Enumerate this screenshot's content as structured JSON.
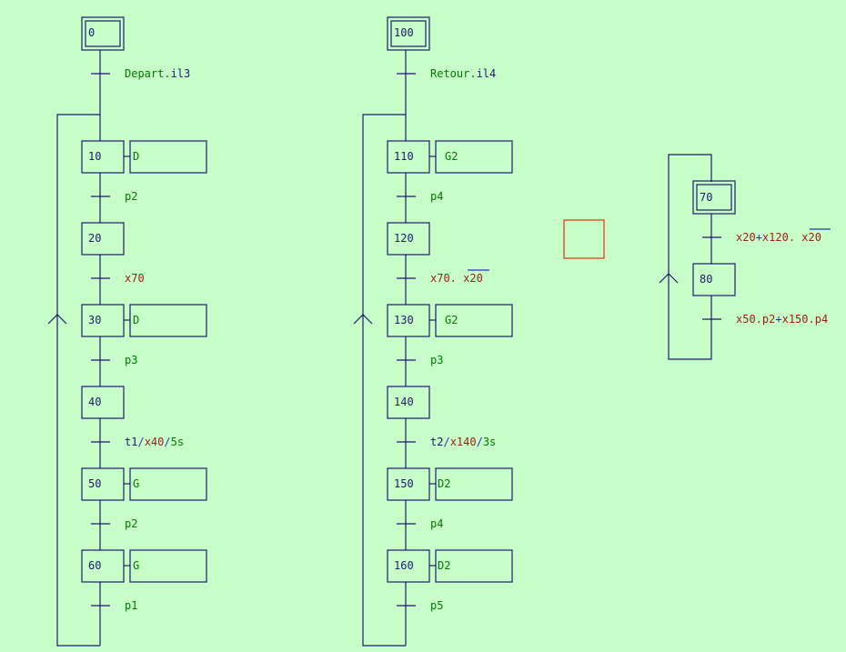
{
  "colors": {
    "background": "#c8ffc8",
    "line": "#1a1a6e",
    "label_dark": "#1a1a6e",
    "label_green": "#007a00",
    "label_red": "#9a1a1a",
    "operator_blue": "#2a36b8",
    "highlight_box": "#e03010"
  },
  "grafcet_1": {
    "initial_step": "0",
    "steps": [
      {
        "id": "10",
        "action": "D"
      },
      {
        "id": "20",
        "action": ""
      },
      {
        "id": "30",
        "action": "D"
      },
      {
        "id": "40",
        "action": ""
      },
      {
        "id": "50",
        "action": "G"
      },
      {
        "id": "60",
        "action": "G"
      }
    ],
    "transitions": {
      "t0": {
        "a": "Depart.",
        "b": "il3"
      },
      "t10": "p2",
      "t20": "x70",
      "t30": "p3",
      "t40": {
        "a": "t1",
        "b": "/",
        "c": "x40",
        "d": "/",
        "e": "5s"
      },
      "t50": "p2",
      "t60": "p1"
    }
  },
  "grafcet_2": {
    "initial_step": "100",
    "steps": [
      {
        "id": "110",
        "action": "G2"
      },
      {
        "id": "120",
        "action": ""
      },
      {
        "id": "130",
        "action": "G2"
      },
      {
        "id": "140",
        "action": ""
      },
      {
        "id": "150",
        "action": "D2"
      },
      {
        "id": "160",
        "action": "D2"
      }
    ],
    "transitions": {
      "t100": {
        "a": "Retour.",
        "b": "il4"
      },
      "t110": "p4",
      "t120": {
        "a": "x70. ",
        "b": "x20"
      },
      "t130": "p3",
      "t140": {
        "a": "t2",
        "b": "/",
        "c": "x140",
        "d": "/",
        "e": "3s"
      },
      "t150": "p4",
      "t160": "p5"
    }
  },
  "grafcet_3": {
    "initial_step": "70",
    "steps": [
      {
        "id": "80",
        "action": ""
      }
    ],
    "transitions": {
      "t70": {
        "a": "x20",
        "b": "+",
        "c": "x120. ",
        "d": "x20"
      },
      "t80": {
        "a": "x50.p2",
        "b": "+",
        "c": "x150.p4"
      }
    }
  }
}
